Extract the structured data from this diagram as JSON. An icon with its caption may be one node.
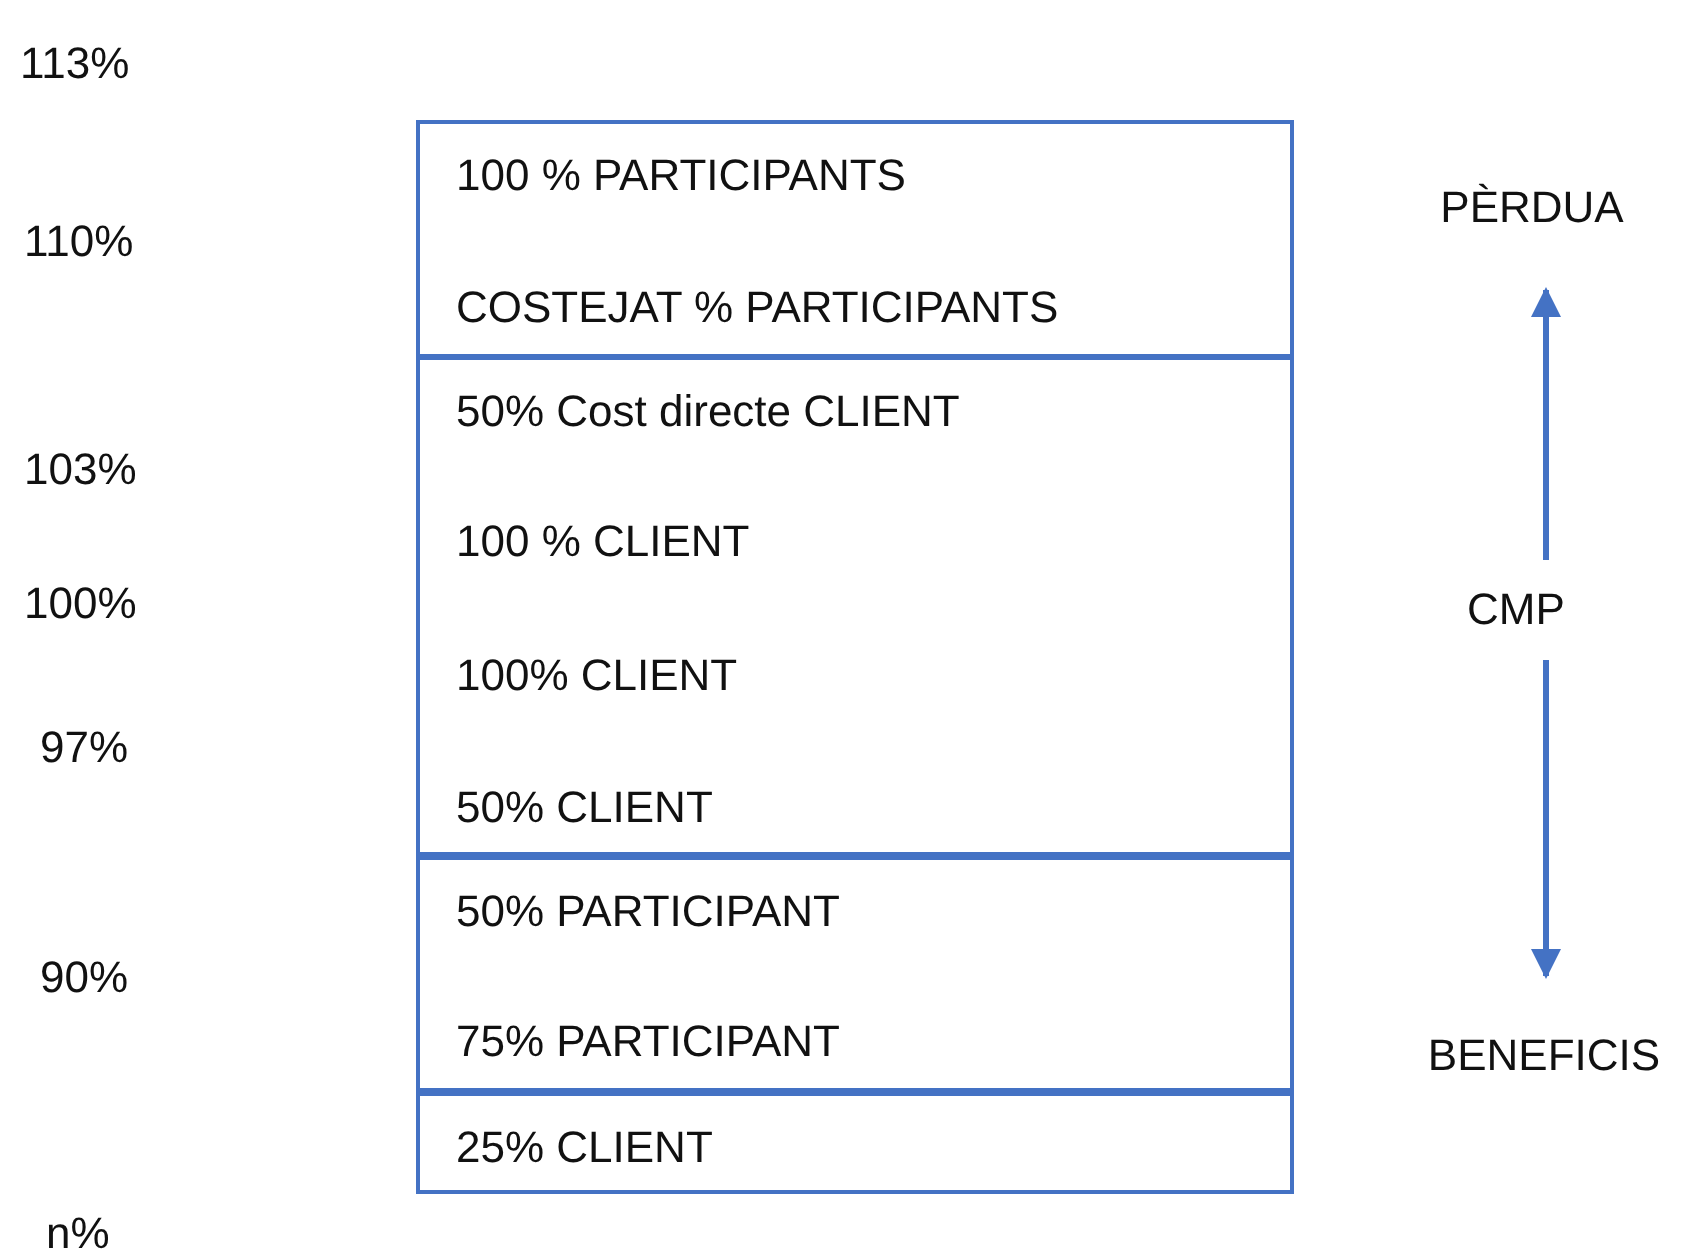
{
  "diagram": {
    "nodes": [
      {
        "text": [
          "100 % PARTICIPANTS",
          "COSTEJAT % PARTICIPANTS"
        ]
      },
      {
        "text": [
          "50% Cost directe CLIENT",
          "100 % CLIENT",
          "100% CLIENT",
          "50% CLIENT"
        ]
      },
      {
        "text": [
          "50% PARTICIPANT",
          "75% PARTICIPANT"
        ]
      },
      {
        "text": [
          "25% CLIENT"
        ]
      },
      {
        "text": [
          "PÈRDUA"
        ]
      },
      {
        "text": [
          "CMP"
        ]
      },
      {
        "text": [
          "BENEFICIS"
        ]
      }
    ],
    "edges": [
      {
        "from": 5,
        "to": 4,
        "arrow": "to"
      },
      {
        "from": 5,
        "to": 6,
        "arrow": "to"
      }
    ],
    "labels": [
      "113%",
      "110%",
      "103%",
      "100%",
      "97%",
      "90%",
      "n%"
    ]
  }
}
